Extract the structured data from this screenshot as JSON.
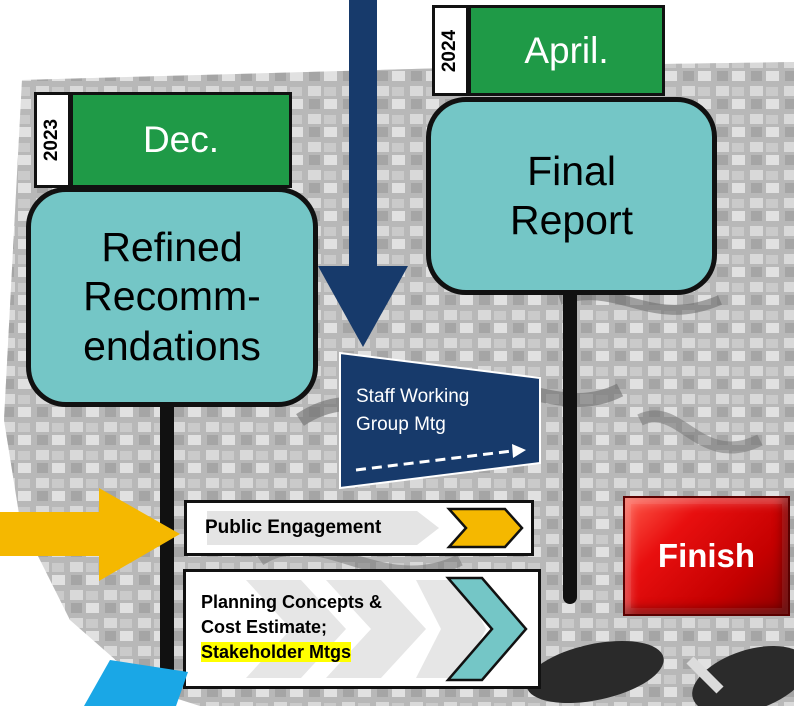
{
  "milestones": {
    "dec": {
      "year": "2023",
      "month": "Dec.",
      "title": "Refined Recomm-endations"
    },
    "april": {
      "year": "2024",
      "month": "April.",
      "title": "Final Report"
    }
  },
  "staff_meeting": {
    "line1": "Staff Working",
    "line2": "Group Mtg"
  },
  "public_engagement": {
    "label": "Public Engagement"
  },
  "planning": {
    "line1": "Planning Concepts &",
    "line2": "Cost Estimate;",
    "highlight": "Stakeholder Mtgs"
  },
  "finish": {
    "label": "Finish"
  },
  "colors": {
    "teal_box": "#74c6c6",
    "green_tab": "#1f9a47",
    "navy_arrow": "#173a6b",
    "gold_arrow": "#f5b800",
    "cyan_arrow": "#1aa7e6",
    "finish_red": "#d90000",
    "highlight_yellow": "#ffff00"
  },
  "icons": [
    "down-arrow-icon",
    "right-arrow-icon",
    "chevron-right-icon",
    "dashed-arrow-icon"
  ]
}
